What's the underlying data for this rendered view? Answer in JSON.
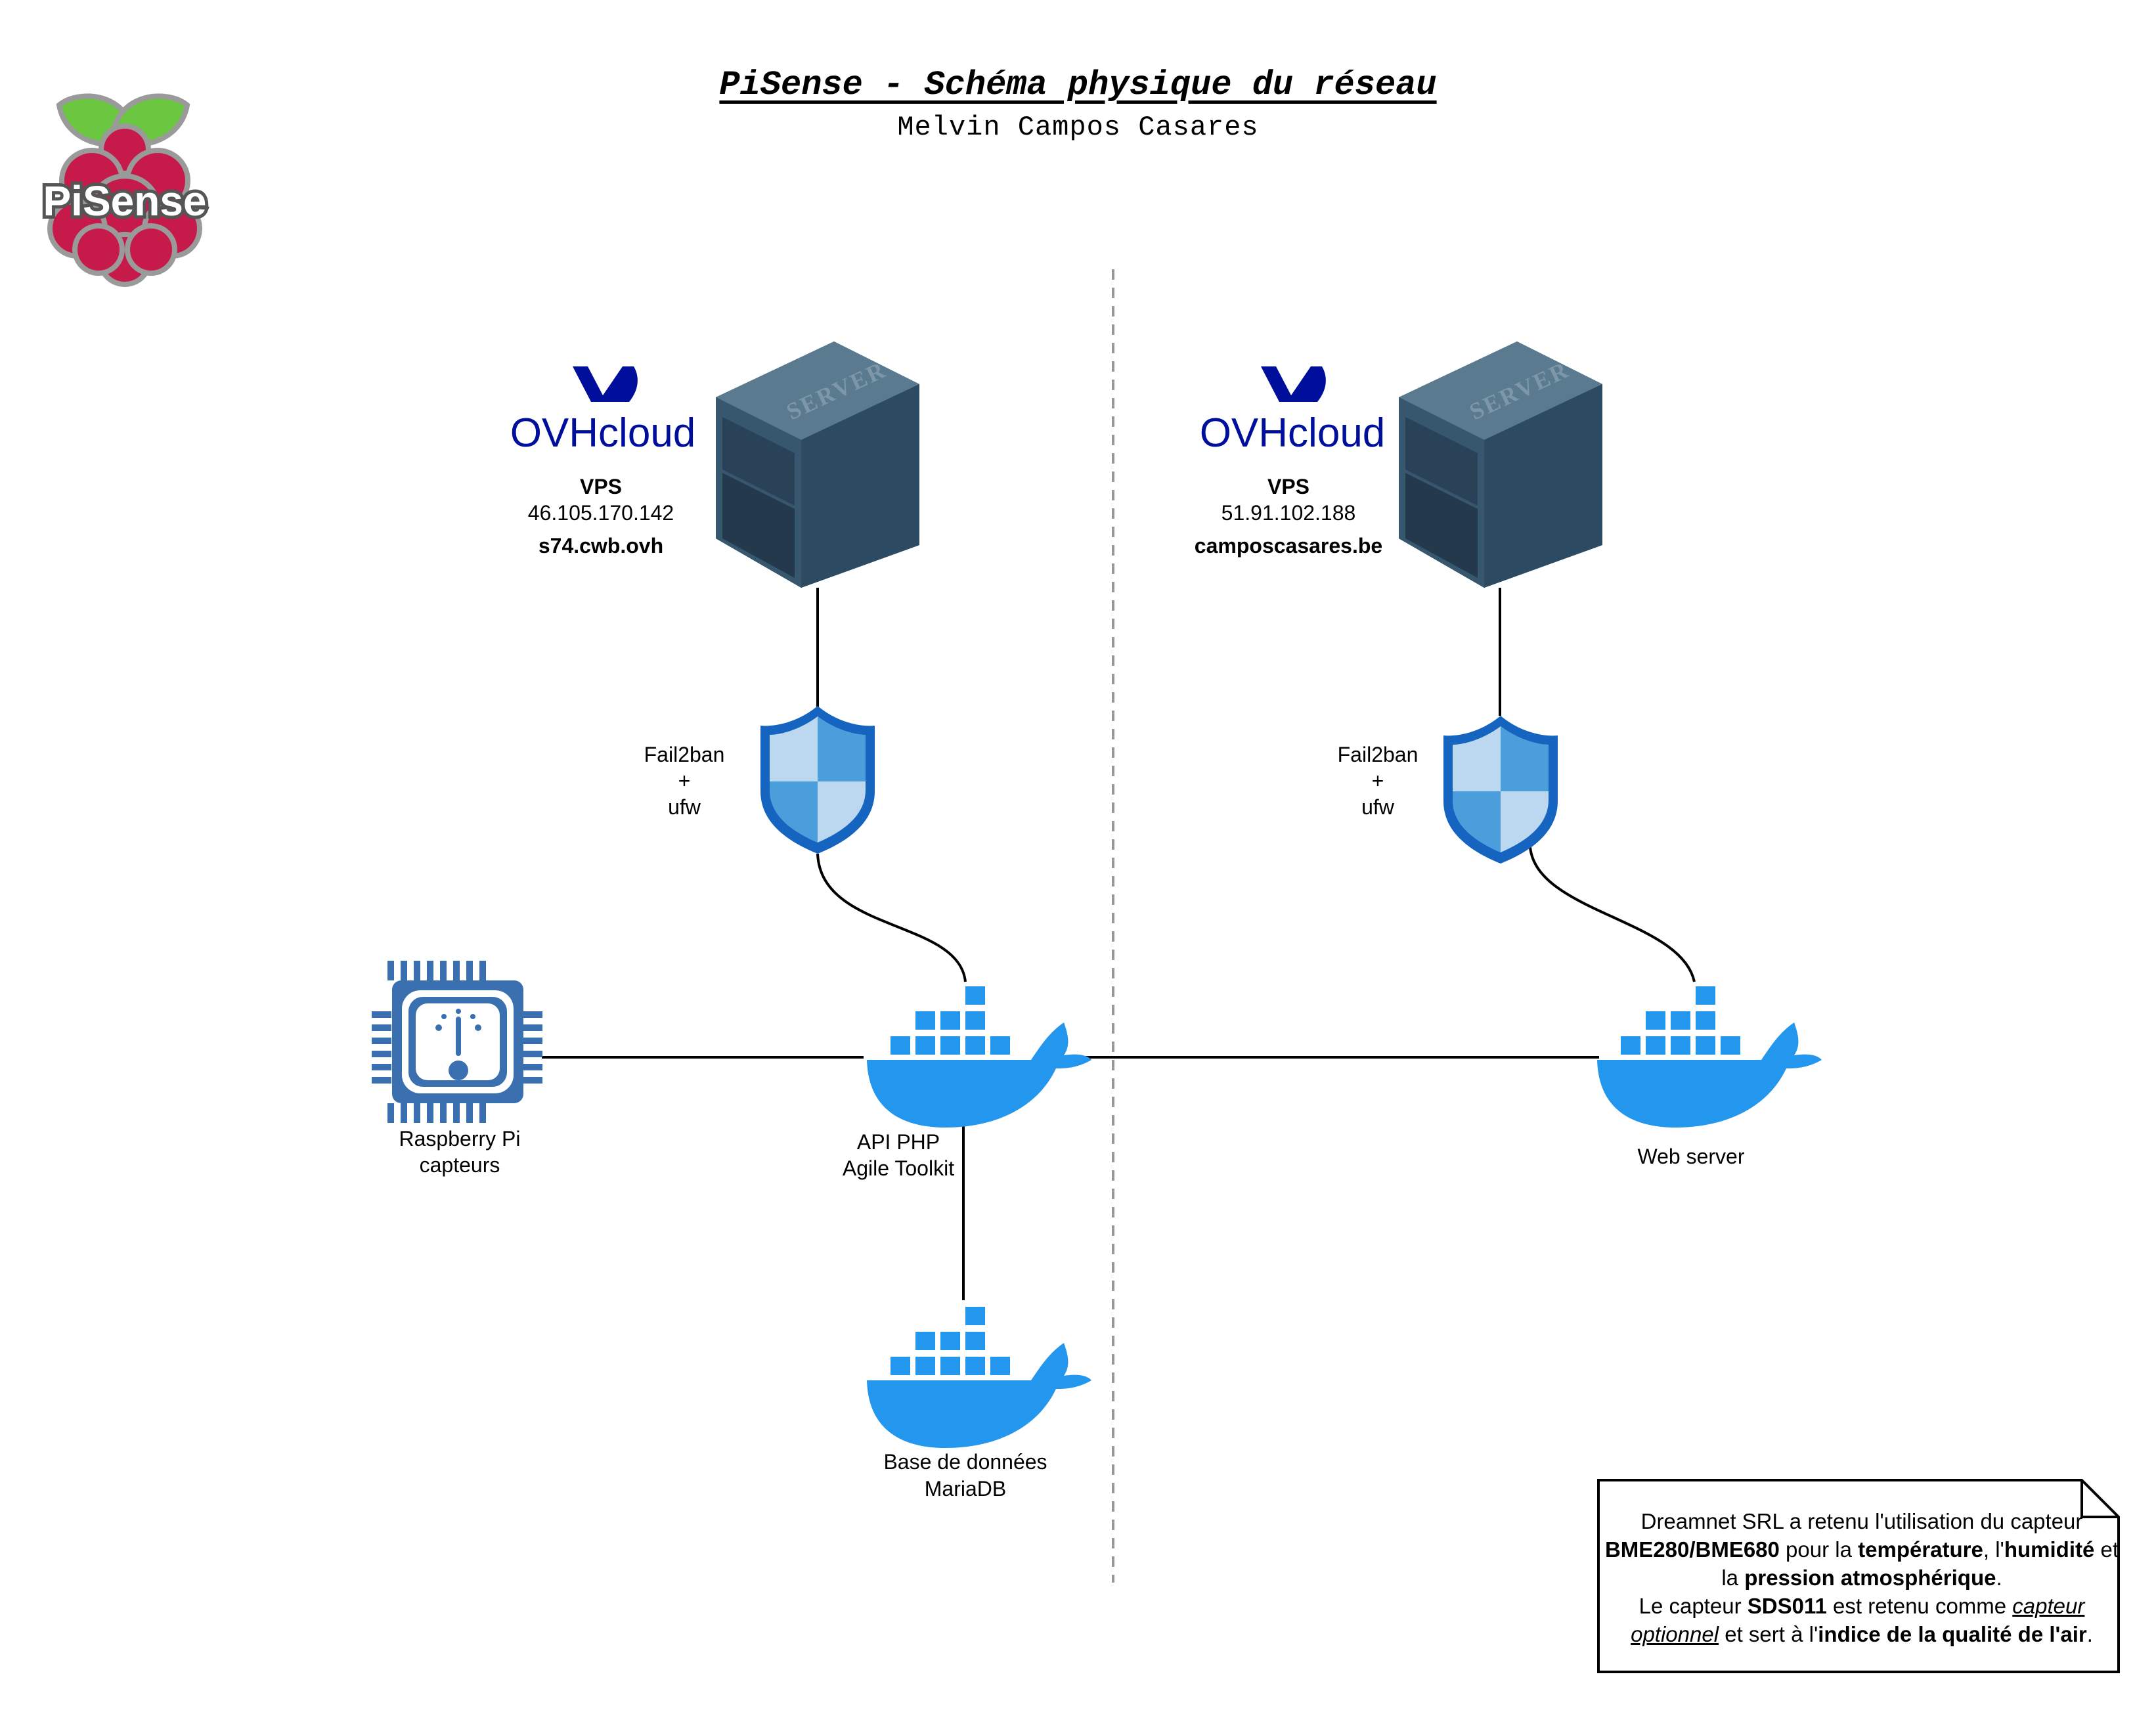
{
  "header": {
    "title": "PiSense - Schéma physique du réseau",
    "subtitle": "Melvin Campos Casares"
  },
  "logo": {
    "text": "PiSense",
    "colors": {
      "leaf": "#6ac73f",
      "berry": "#c51a4a",
      "outline": "#9a9a9a"
    }
  },
  "servers": [
    {
      "provider": "OVHcloud",
      "icon_label": "SERVER",
      "kind": "VPS",
      "ip": "46.105.170.142",
      "host": "s74.cwb.ovh"
    },
    {
      "provider": "OVHcloud",
      "icon_label": "SERVER",
      "kind": "VPS",
      "ip": "51.91.102.188",
      "host": "camposcasares.be"
    }
  ],
  "firewalls": [
    {
      "line1": "Fail2ban",
      "line2": "+",
      "line3": "ufw"
    },
    {
      "line1": "Fail2ban",
      "line2": "+",
      "line3": "ufw"
    }
  ],
  "nodes": {
    "raspberry": {
      "line1": "Raspberry Pi",
      "line2": "capteurs"
    },
    "api": {
      "line1": "API PHP",
      "line2": "Agile Toolkit"
    },
    "database": {
      "line1": "Base de données",
      "line2": "MariaDB"
    },
    "webserver": {
      "line1": "Web server"
    }
  },
  "note": {
    "segments": [
      [
        "Dreamnet SRL a retenu l'utilisation du capteur ",
        ""
      ],
      [
        "BME280/BME680",
        "b"
      ],
      [
        " pour la ",
        ""
      ],
      [
        "température",
        "b"
      ],
      [
        ", l'",
        ""
      ],
      [
        "humidité",
        "b"
      ],
      [
        " et la ",
        ""
      ],
      [
        "pression atmosphérique",
        "b"
      ],
      [
        ".",
        ""
      ],
      [
        "Le capteur ",
        "br"
      ],
      [
        "SDS011",
        "b"
      ],
      [
        " est retenu comme ",
        ""
      ],
      [
        "capteur optionnel",
        "iu"
      ],
      [
        " et sert à l'",
        ""
      ],
      [
        "indice de la qualité de l'air",
        "b"
      ],
      [
        ".",
        ""
      ]
    ]
  },
  "colors": {
    "docker": "#2396ed",
    "ovh": "#000e9c",
    "shield_dark": "#1565c0",
    "chip": "#3a6fb0"
  }
}
